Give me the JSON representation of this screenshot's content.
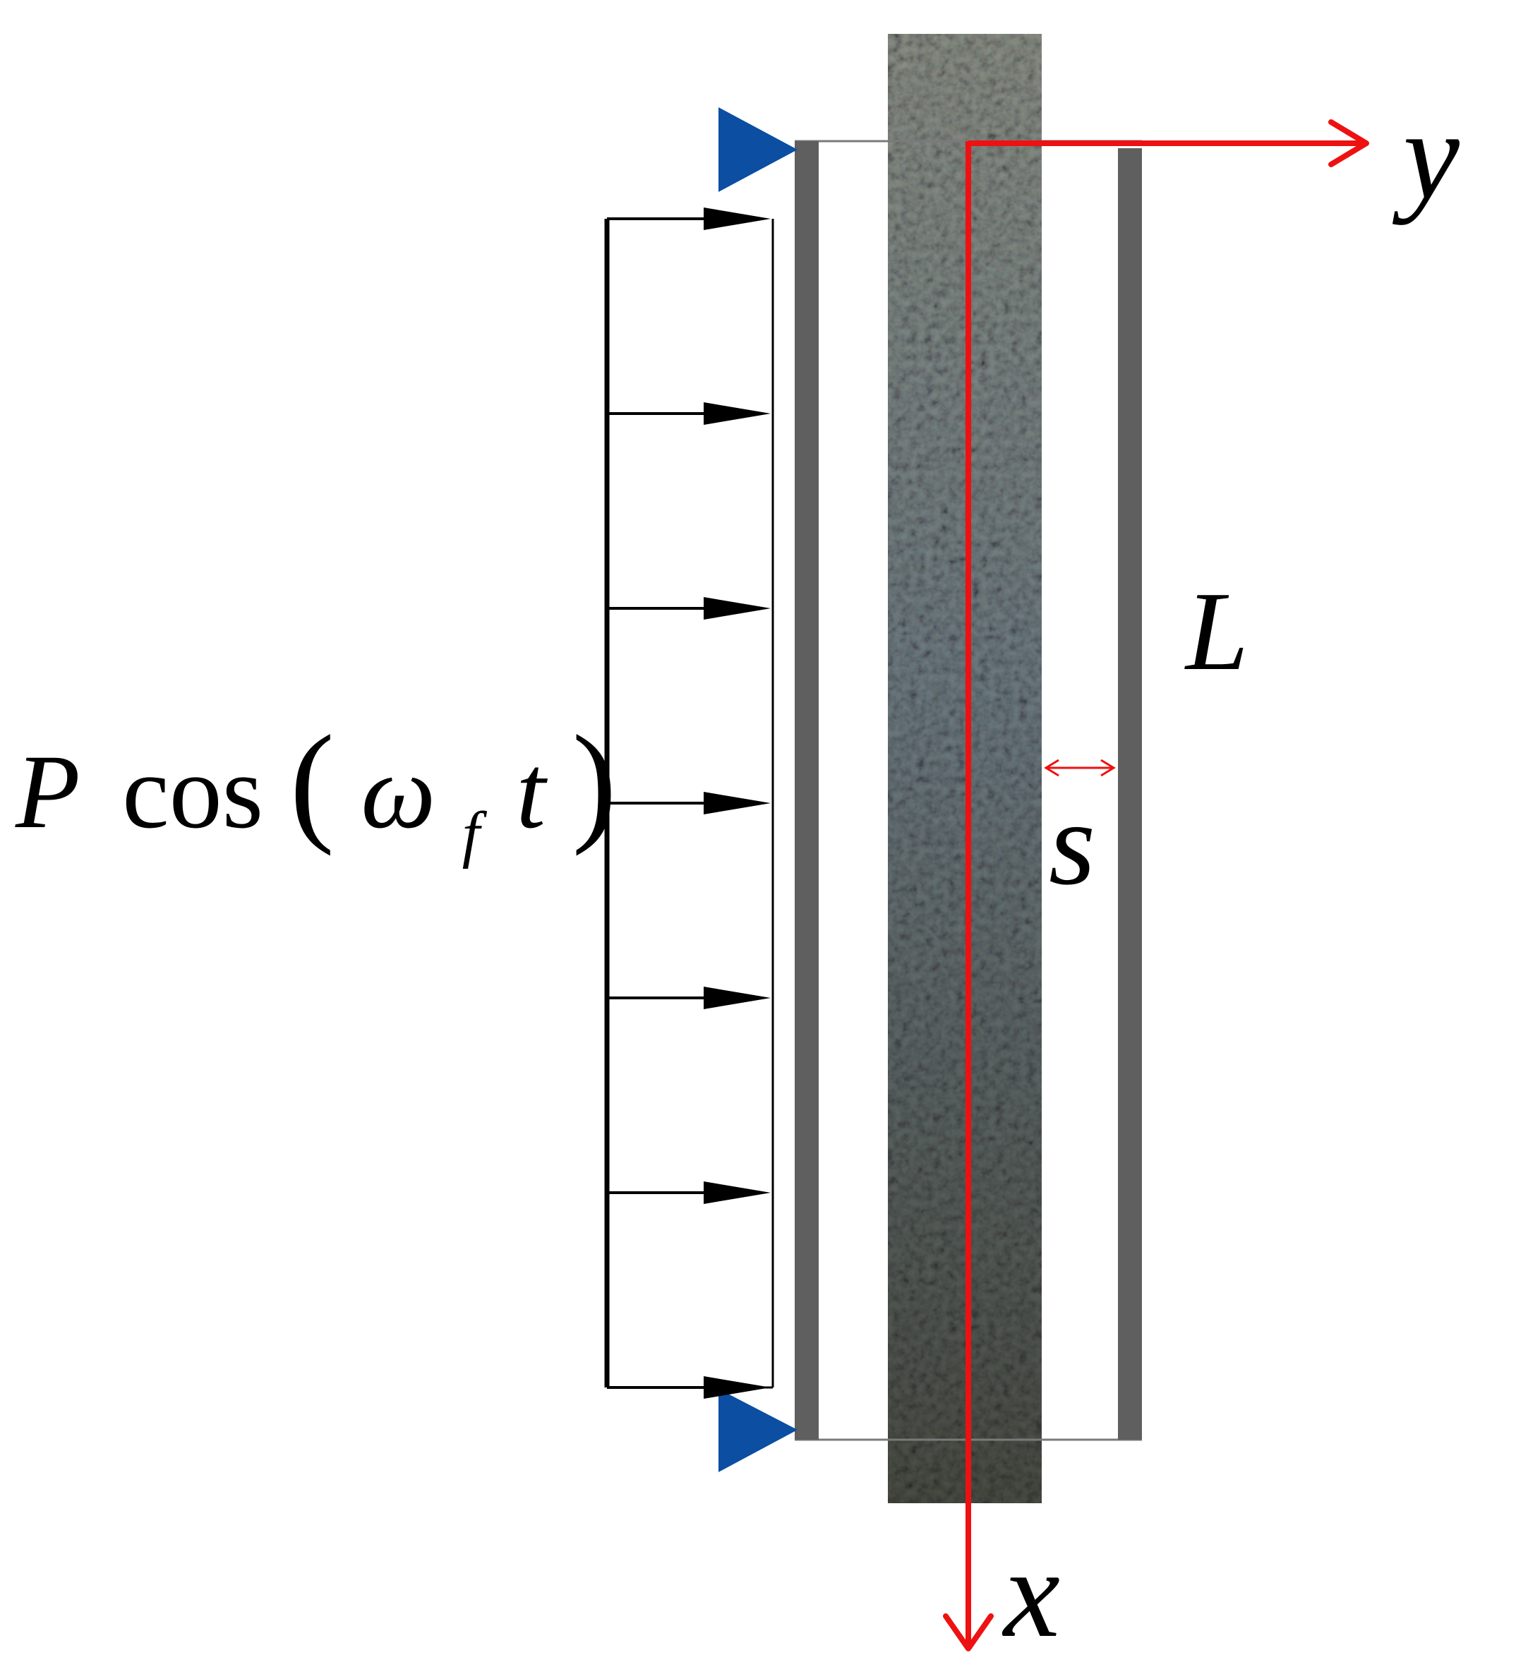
{
  "labels": {
    "load": {
      "P": "P",
      "cos": "cos",
      "lparen": "(",
      "omega": "ω",
      "sub": "f",
      "t": "t",
      "rparen": ")"
    },
    "y_axis": "y",
    "x_axis": "x",
    "length": "L",
    "gap": "s"
  },
  "colors": {
    "axis": "#ee1111",
    "support": "#0b4ea2",
    "wall": "#5f5f5f",
    "arrow": "#000000",
    "rod_base": "#6f7a74"
  },
  "icons": {
    "support": "triangle-right",
    "load_arrow": "arrow-right",
    "axis_arrow": "arrow-head",
    "gap_marker": "double-arrow"
  },
  "load_arrow_count": 7
}
